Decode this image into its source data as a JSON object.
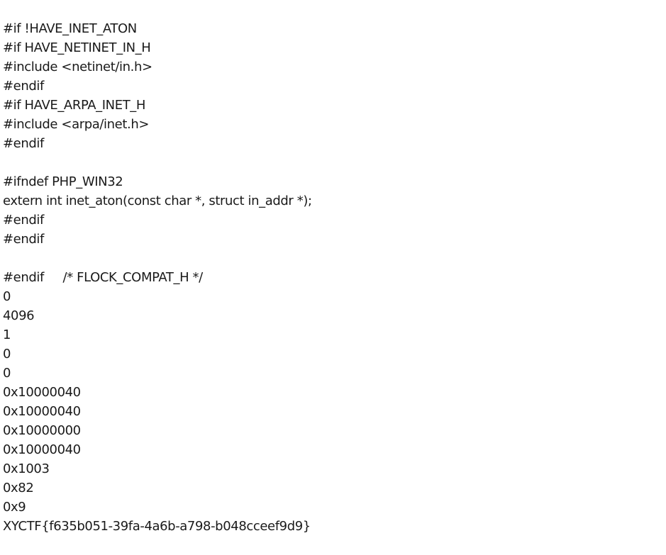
{
  "document": {
    "lines": [
      "#if !HAVE_INET_ATON",
      "#if HAVE_NETINET_IN_H",
      "#include <netinet/in.h>",
      "#endif",
      "#if HAVE_ARPA_INET_H",
      "#include <arpa/inet.h>",
      "#endif",
      "",
      "#ifndef PHP_WIN32",
      "extern int inet_aton(const char *, struct in_addr *);",
      "#endif",
      "#endif",
      "",
      "#endif     /* FLOCK_COMPAT_H */",
      "0",
      "4096",
      "1",
      "0",
      "0",
      "0x10000040",
      "0x10000040",
      "0x10000000",
      "0x10000040",
      "0x1003",
      "0x82",
      "0x9",
      "XYCTF{f635b051-39fa-4a6b-a798-b048cceef9d9}"
    ]
  }
}
